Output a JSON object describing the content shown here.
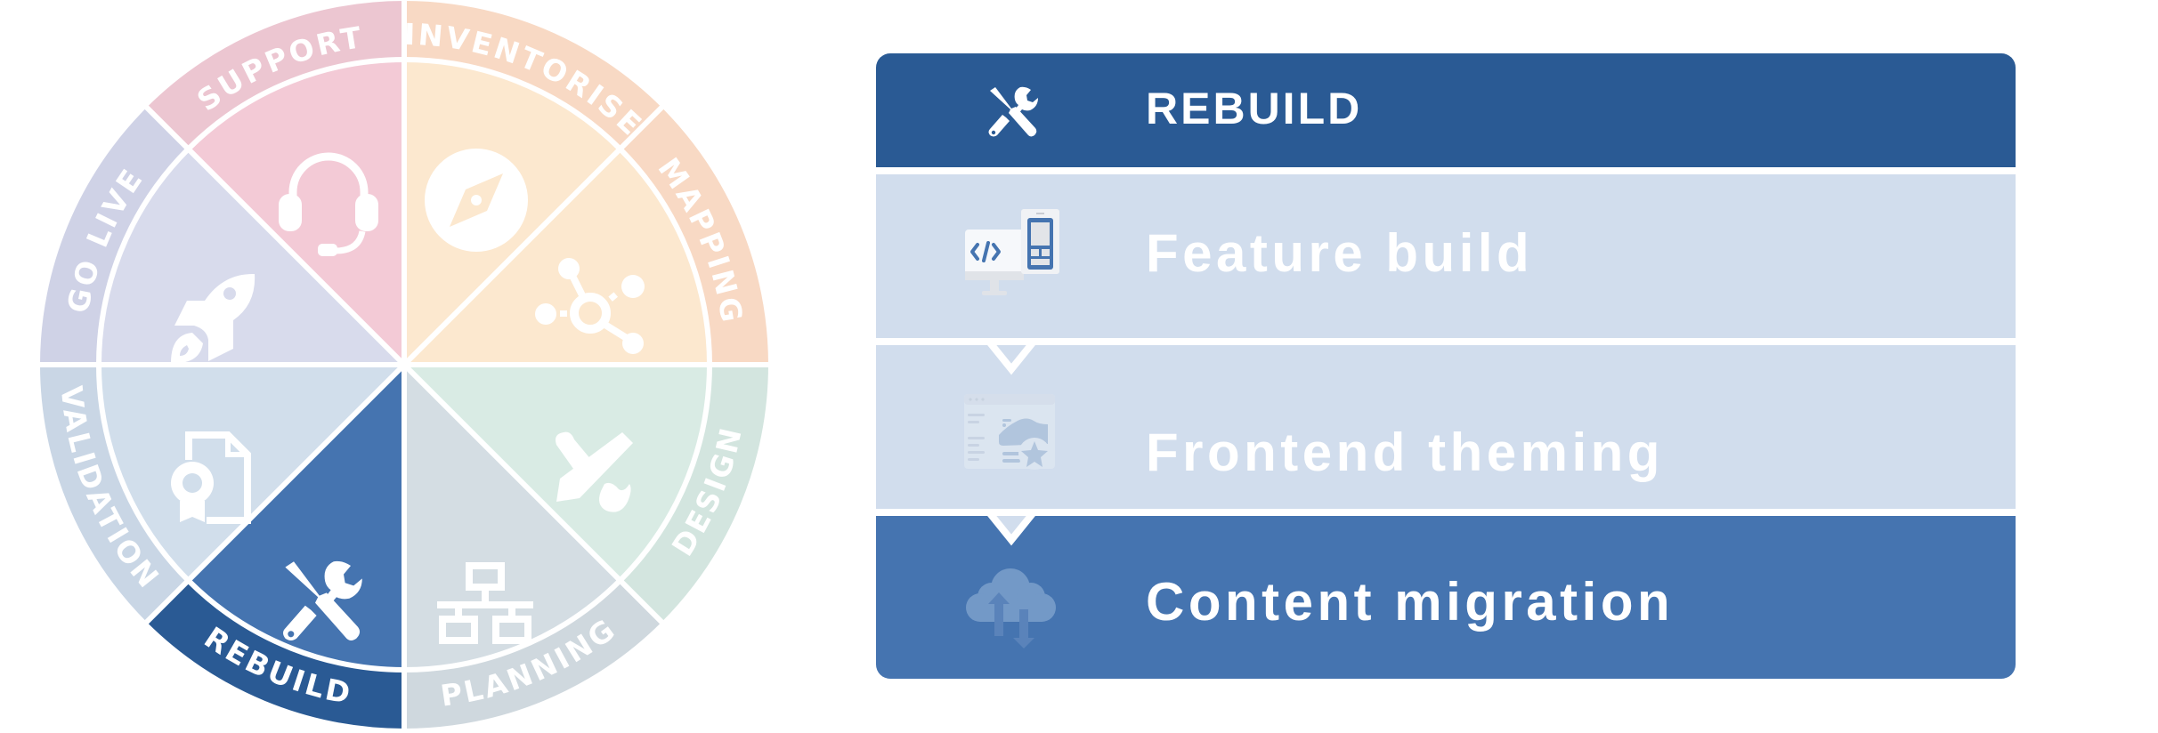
{
  "wheel": {
    "stages": [
      {
        "label": "SUPPORT",
        "icon": "headset-icon",
        "outer_color": "#ecc6d1",
        "inner_color": "#f3cad6",
        "active": false
      },
      {
        "label": "INVENTORISE",
        "icon": "compass-icon",
        "outer_color": "#f8d9c4",
        "inner_color": "#fce8cf",
        "active": false
      },
      {
        "label": "MAPPING",
        "icon": "network-nodes-icon",
        "outer_color": "#f8d9c4",
        "inner_color": "#fce8cf",
        "active": false
      },
      {
        "label": "DESIGN",
        "icon": "pencil-brush-icon",
        "outer_color": "#d3e5df",
        "inner_color": "#d9ebe4",
        "active": false
      },
      {
        "label": "PLANNING",
        "icon": "sitemap-icon",
        "outer_color": "#cfd8de",
        "inner_color": "#d4dde3",
        "active": false
      },
      {
        "label": "REBUILD",
        "icon": "tools-icon",
        "outer_color": "#2a5a94",
        "inner_color": "#4574b0",
        "active": true
      },
      {
        "label": "VALIDATION",
        "icon": "certificate-document-icon",
        "outer_color": "#c9d6e5",
        "inner_color": "#d1deeb",
        "active": false
      },
      {
        "label": "GO LIVE",
        "icon": "rocket-icon",
        "outer_color": "#cfd2e6",
        "inner_color": "#d8dbec",
        "active": false
      }
    ]
  },
  "panel": {
    "header": {
      "title": "REBUILD",
      "icon": "tools-icon",
      "color": "#2a5a94"
    },
    "steps": [
      {
        "label": "Feature build",
        "icon": "code-devices-icon",
        "color": "#d1dded"
      },
      {
        "label": "Frontend theming",
        "icon": "theme-window-icon",
        "color": "#d1dded"
      },
      {
        "label": "Content migration",
        "icon": "cloud-transfer-icon",
        "color": "#4574b0"
      }
    ]
  }
}
